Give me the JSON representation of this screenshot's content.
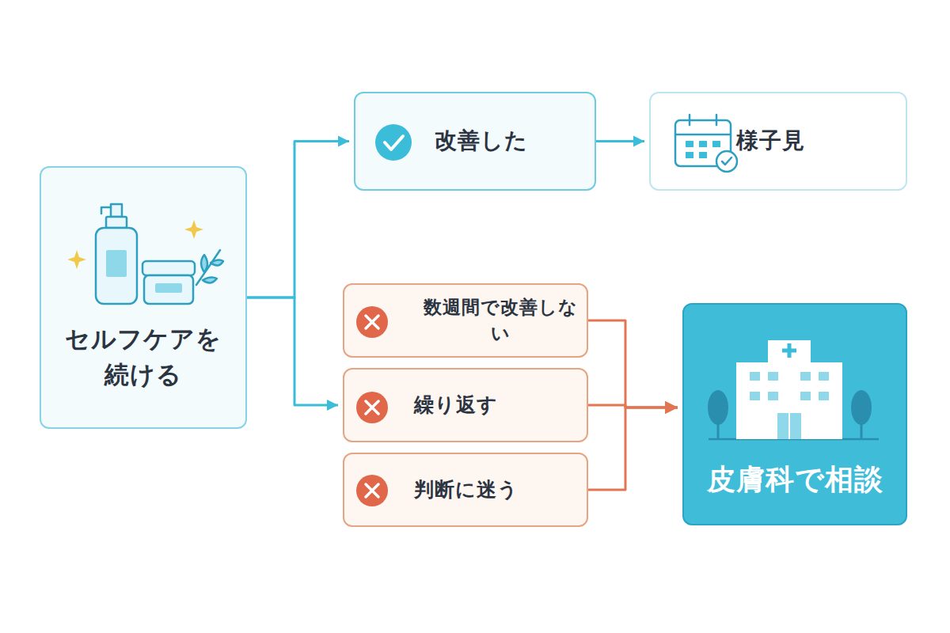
{
  "diagram": {
    "nodes": [
      {
        "text": [
          "セルフケアを続ける"
        ]
      },
      {
        "text": [
          "改善した"
        ]
      },
      {
        "text": [
          "様子見"
        ]
      },
      {
        "text": [
          "数週間で改善しない"
        ]
      },
      {
        "text": [
          "繰り返す"
        ]
      },
      {
        "text": [
          "判断に迷う"
        ]
      },
      {
        "text": [
          "皮膚科で相談"
        ]
      }
    ],
    "edges": [
      {
        "from": 0,
        "to": 1,
        "arrow": "to"
      },
      {
        "from": 1,
        "to": 2,
        "arrow": "to"
      },
      {
        "from": 0,
        "to": 4,
        "arrow": "to"
      },
      {
        "from": 3,
        "to": 6,
        "arrow": "to"
      },
      {
        "from": 4,
        "to": 6,
        "arrow": "to"
      },
      {
        "from": 5,
        "to": 6,
        "arrow": "to"
      }
    ]
  }
}
